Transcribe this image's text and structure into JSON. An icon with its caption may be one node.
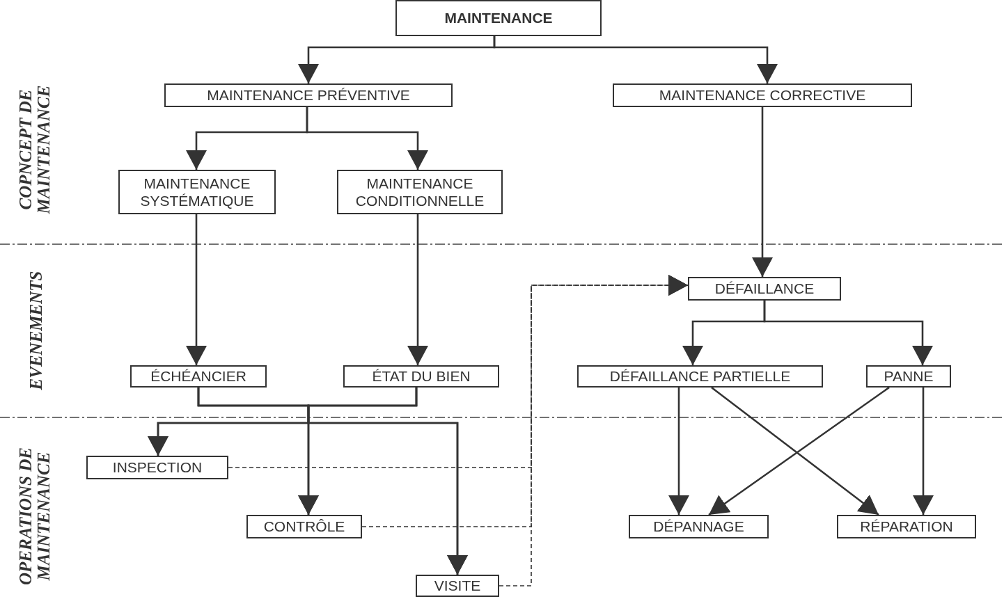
{
  "diagram": {
    "nodes": [
      {
        "text": [
          "MAINTENANCE"
        ]
      },
      {
        "text": [
          "MAINTENANCE PRÉVENTIVE"
        ]
      },
      {
        "text": [
          "MAINTENANCE CORRECTIVE"
        ]
      },
      {
        "text": [
          "MAINTENANCE SYSTÉMATIQUE"
        ]
      },
      {
        "text": [
          "MAINTENANCE CONDITIONNELLE"
        ]
      },
      {
        "text": [
          "DÉFAILLANCE"
        ]
      },
      {
        "text": [
          "ÉCHÉANCIER"
        ]
      },
      {
        "text": [
          "ÉTAT DU BIEN"
        ]
      },
      {
        "text": [
          "DÉFAILLANCE PARTIELLE"
        ]
      },
      {
        "text": [
          "PANNE"
        ]
      },
      {
        "text": [
          "INSPECTION"
        ]
      },
      {
        "text": [
          "CONTRÔLE"
        ]
      },
      {
        "text": [
          "DÉPANNAGE"
        ]
      },
      {
        "text": [
          "RÉPARATION"
        ]
      },
      {
        "text": [
          "VISITE"
        ]
      }
    ],
    "edges": [
      {
        "from": 0,
        "to": 1,
        "arrow": "to"
      },
      {
        "from": 0,
        "to": 2,
        "arrow": "to"
      },
      {
        "from": 1,
        "to": 3,
        "arrow": "to"
      },
      {
        "from": 1,
        "to": 4,
        "arrow": "to"
      },
      {
        "from": 2,
        "to": 5,
        "arrow": "to"
      },
      {
        "from": 3,
        "to": 6,
        "arrow": "to"
      },
      {
        "from": 4,
        "to": 7,
        "arrow": "to"
      },
      {
        "from": 5,
        "to": 8,
        "arrow": "to"
      },
      {
        "from": 5,
        "to": 9,
        "arrow": "to"
      },
      {
        "from": 6,
        "to": 10,
        "arrow": "to"
      },
      {
        "from": 6,
        "to": 11,
        "arrow": "to"
      },
      {
        "from": 6,
        "to": 14,
        "arrow": "to"
      },
      {
        "from": 7,
        "to": 10,
        "arrow": "to"
      },
      {
        "from": 7,
        "to": 11,
        "arrow": "to"
      },
      {
        "from": 7,
        "to": 14,
        "arrow": "to"
      },
      {
        "from": 8,
        "to": 12,
        "arrow": "to"
      },
      {
        "from": 8,
        "to": 13,
        "arrow": "to"
      },
      {
        "from": 9,
        "to": 12,
        "arrow": "to"
      },
      {
        "from": 9,
        "to": 13,
        "arrow": "to"
      },
      {
        "from": 10,
        "to": 5,
        "arrow": "to",
        "style": "dashed"
      },
      {
        "from": 11,
        "to": 5,
        "arrow": "to",
        "style": "dashed"
      },
      {
        "from": 14,
        "to": 5,
        "arrow": "to",
        "style": "dashed"
      }
    ],
    "labels": [
      "COPNCEPT DE MAINTENANCE",
      "EVENEMENTS",
      "OPERATIONS DE MAINTENANCE"
    ]
  }
}
